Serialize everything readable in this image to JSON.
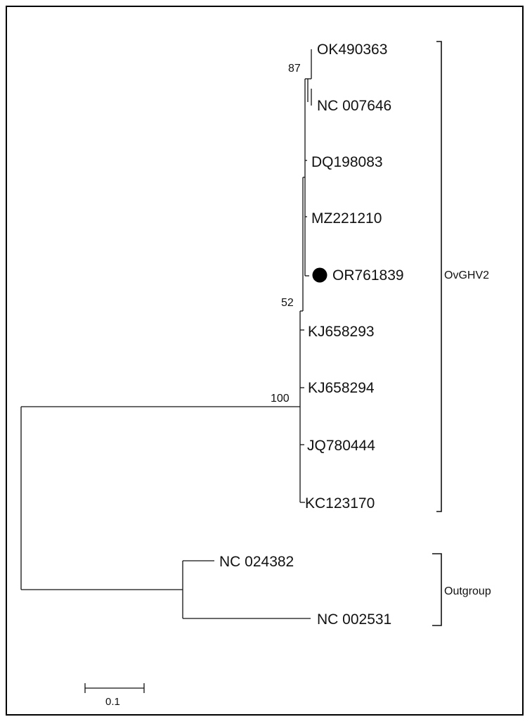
{
  "tree": {
    "taxa": [
      {
        "id": "t1",
        "label": "OK490363"
      },
      {
        "id": "t2",
        "label": "NC 007646"
      },
      {
        "id": "t3",
        "label": "DQ198083"
      },
      {
        "id": "t4",
        "label": "MZ221210"
      },
      {
        "id": "t5",
        "label": "OR761839",
        "marker": "filled-circle"
      },
      {
        "id": "t6",
        "label": "KJ658293"
      },
      {
        "id": "t7",
        "label": "KJ658294"
      },
      {
        "id": "t8",
        "label": "JQ780444"
      },
      {
        "id": "t9",
        "label": "KC123170"
      },
      {
        "id": "t10",
        "label": "NC 024382"
      },
      {
        "id": "t11",
        "label": "NC 002531"
      }
    ],
    "support_values": [
      {
        "node": "ok-nc007646",
        "value": "87"
      },
      {
        "node": "inner-52",
        "value": "52"
      },
      {
        "node": "ovghv2-root",
        "value": "100"
      }
    ],
    "clades": [
      {
        "name": "OvGHV2",
        "members": [
          "t1",
          "t2",
          "t3",
          "t4",
          "t5",
          "t6",
          "t7",
          "t8",
          "t9"
        ]
      },
      {
        "name": "Outgroup",
        "members": [
          "t10",
          "t11"
        ]
      }
    ],
    "scale_bar": {
      "label": "0.1",
      "length": 0.1
    }
  }
}
